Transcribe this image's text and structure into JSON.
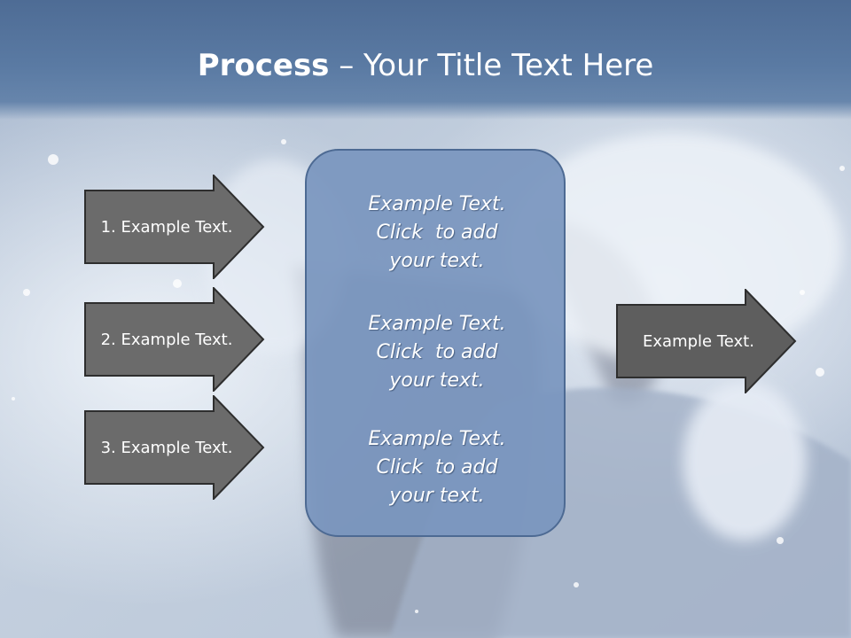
{
  "slide": {
    "title_bold": "Process",
    "title_rest": " – Your Title Text Here",
    "background": "winter-portrait-photo",
    "colors": {
      "title_bar": "#5a7aa3",
      "arrow_fill": "#6b6b6b",
      "output_arrow_fill": "#5e5e5e",
      "center_box_fill": "#7a96be",
      "center_box_border": "#4d6a93"
    }
  },
  "input_steps": [
    {
      "label": "1. Example Text."
    },
    {
      "label": "2. Example Text."
    },
    {
      "label": "3. Example Text."
    }
  ],
  "center_box": {
    "paragraphs": [
      {
        "lines": "Example Text.\nClick  to add\nyour text."
      },
      {
        "lines": "Example Text.\nClick  to add\nyour text."
      },
      {
        "lines": "Example Text.\nClick  to add\nyour text."
      }
    ]
  },
  "output_step": {
    "label": "Example Text."
  }
}
